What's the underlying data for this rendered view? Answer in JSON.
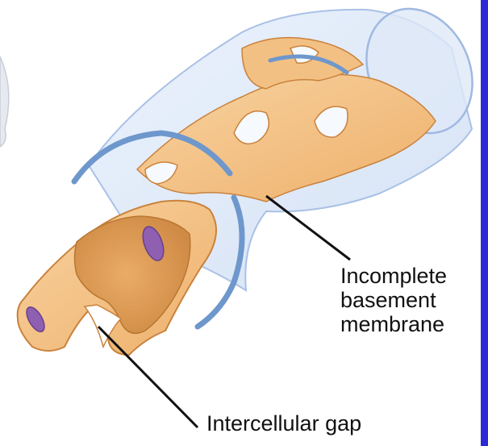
{
  "labels": {
    "basement_line1": "Incomplete",
    "basement_line2": "basement",
    "basement_line3": "membrane",
    "gap": "Intercellular gap"
  },
  "colors": {
    "endothelium": "#f3c083",
    "endothelium_inner": "#dd9a52",
    "endothelium_edge": "#c9823c",
    "basement_membrane": "#b9cfee",
    "basement_membrane_edge": "#6e97cc",
    "nucleus": "#8f5fb1",
    "border_accent": "#2a2ad8",
    "leader_line": "#111111"
  }
}
